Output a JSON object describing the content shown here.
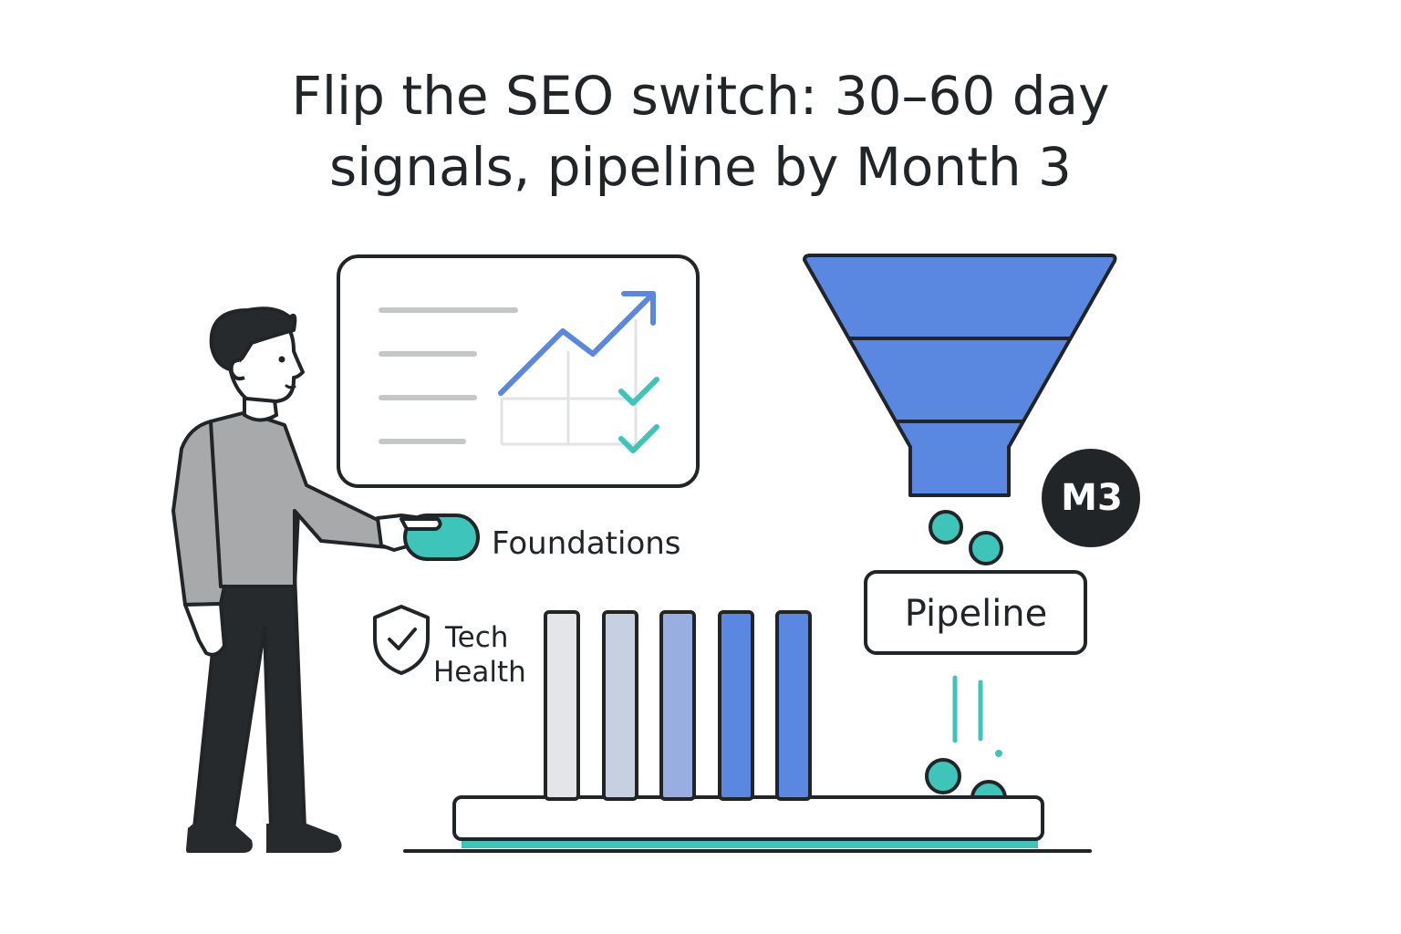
{
  "title": {
    "line1": "Flip the SEO switch: 30–60 day",
    "line2": "signals, pipeline by Month 3"
  },
  "labels": {
    "foundations": "Foundations",
    "tech_line1": "Tech",
    "tech_line2": "Health",
    "pipeline": "Pipeline",
    "badge": "M3"
  },
  "icons": {
    "person": "person-illustration",
    "dashboard": "dashboard-panel",
    "trend": "trend-arrow-icon",
    "check": "check-icon",
    "shield": "shield-check-icon",
    "funnel": "funnel-icon",
    "switch": "switch-button"
  },
  "colors": {
    "text": "#222527",
    "blue": "#5a88e0",
    "teal": "#3ec4b8",
    "grey_shirt": "#a7a9ab",
    "dark": "#262a2c",
    "line_grey": "#c4c6c8",
    "bar_colors": [
      "#e3e5e8",
      "#c7d0e0",
      "#98ade0",
      "#5a88e0",
      "#5a88e0"
    ]
  },
  "bars": {
    "count": 5
  }
}
